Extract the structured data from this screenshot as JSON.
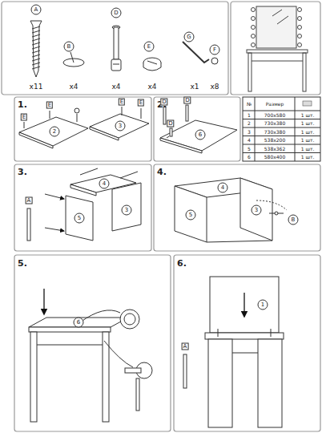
{
  "diagram": {
    "labels": [
      "A",
      "B",
      "D",
      "E",
      "G",
      "F",
      "x11",
      "x4",
      "x4",
      "x4",
      "x1",
      "x8",
      "1.",
      "E",
      "E",
      "E",
      "E",
      "2",
      "3",
      "2.",
      "D",
      "D",
      "D",
      "6",
      "№",
      "Размер",
      "1",
      "700x580",
      "1 шт.",
      "2",
      "730x380",
      "1 шт.",
      "3",
      "730x380",
      "1 шт.",
      "4",
      "538x200",
      "1 шт.",
      "5",
      "538x362",
      "1 шт.",
      "6",
      "580x400",
      "1 шт.",
      "3.",
      "4",
      "5",
      "3",
      "A",
      "4.",
      "4",
      "5",
      "3",
      "B",
      "5.",
      "6",
      "6.",
      "1",
      "A"
    ]
  }
}
